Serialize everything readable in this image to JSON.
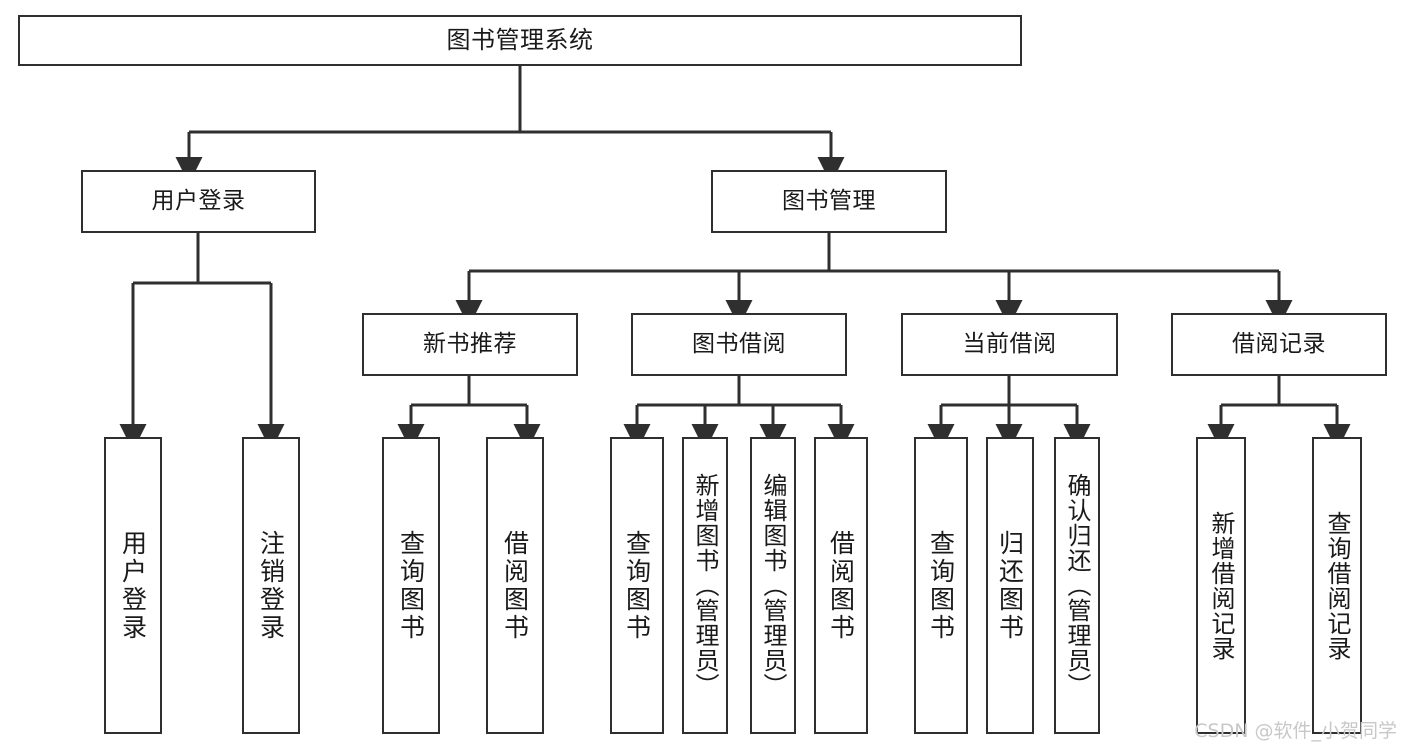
{
  "diagram": {
    "type": "tree-hierarchy-chart",
    "title": "图书管理系统",
    "orientation": "top-down",
    "colors": {
      "box_border": "#2f2f2f",
      "box_fill": "#ffffff",
      "connector": "#2f2f2f",
      "text": "#1a1a1a",
      "watermark": "#c8c8c8",
      "background": "#ffffff"
    }
  },
  "nodes": {
    "root": {
      "label": "图书管理系统",
      "level": 1
    },
    "level2": [
      {
        "id": "user-login",
        "label": "用户登录"
      },
      {
        "id": "book-management",
        "label": "图书管理"
      }
    ],
    "level3": [
      {
        "id": "new-book-recommend",
        "label": "新书推荐",
        "parent": "book-management"
      },
      {
        "id": "book-borrow",
        "label": "图书借阅",
        "parent": "book-management"
      },
      {
        "id": "current-borrow",
        "label": "当前借阅",
        "parent": "book-management"
      },
      {
        "id": "borrow-record",
        "label": "借阅记录",
        "parent": "book-management"
      }
    ],
    "leaves": {
      "user-login": [
        {
          "id": "leaf-user-login",
          "label": "用户登录"
        },
        {
          "id": "leaf-logout",
          "label": "注销登录"
        }
      ],
      "new-book-recommend": [
        {
          "id": "leaf-query-book-1",
          "label": "查询图书"
        },
        {
          "id": "leaf-borrow-book-1",
          "label": "借阅图书"
        }
      ],
      "book-borrow": [
        {
          "id": "leaf-query-book-2",
          "label": "查询图书"
        },
        {
          "id": "leaf-add-book",
          "label": "新增图书（管理员）"
        },
        {
          "id": "leaf-edit-book",
          "label": "编辑图书（管理员）"
        },
        {
          "id": "leaf-borrow-book-2",
          "label": "借阅图书"
        }
      ],
      "current-borrow": [
        {
          "id": "leaf-query-book-3",
          "label": "查询图书"
        },
        {
          "id": "leaf-return-book",
          "label": "归还图书"
        },
        {
          "id": "leaf-confirm-return",
          "label": "确认归还（管理员）"
        }
      ],
      "borrow-record": [
        {
          "id": "leaf-add-record",
          "label": "新增借阅记录"
        },
        {
          "id": "leaf-query-record",
          "label": "查询借阅记录"
        }
      ]
    }
  },
  "watermark": {
    "text": "CSDN @软件_小贺同学"
  }
}
